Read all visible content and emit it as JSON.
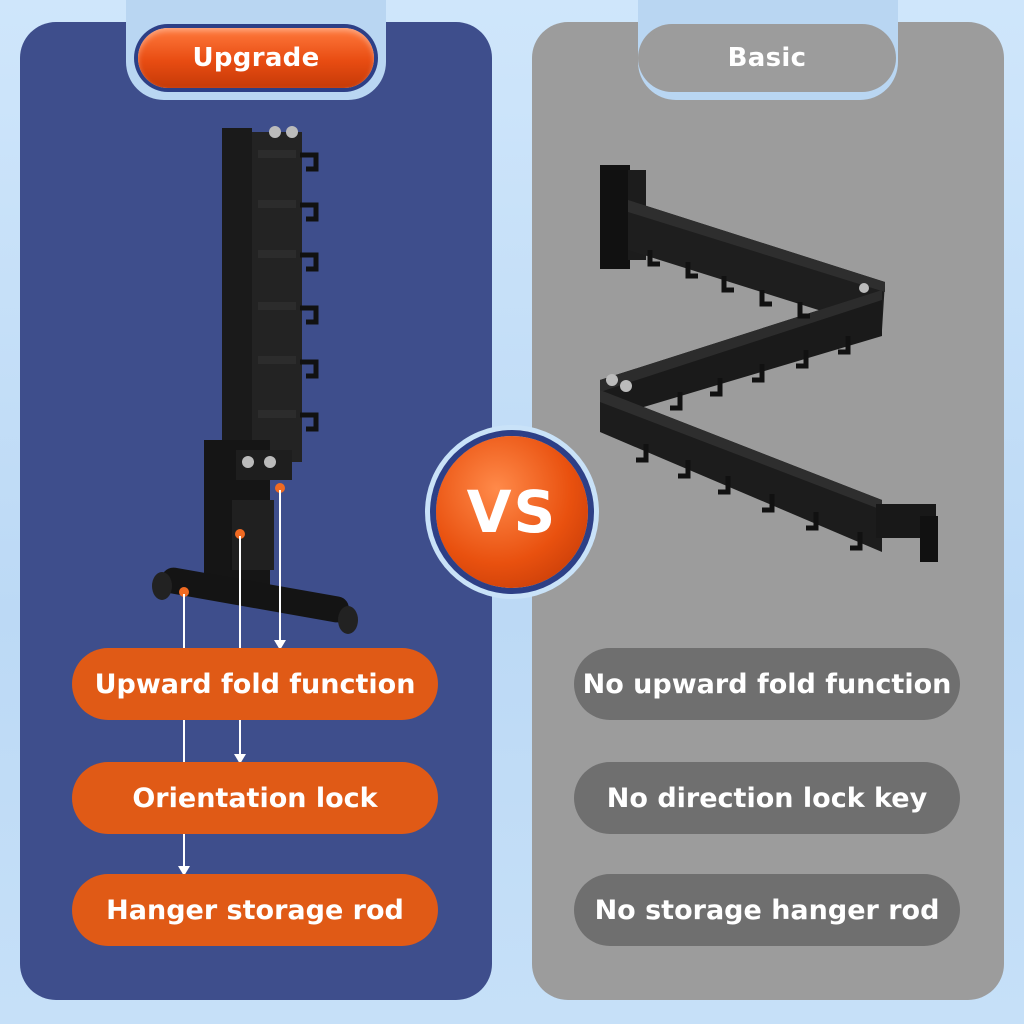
{
  "tabs": {
    "upgrade_label": "Upgrade",
    "basic_label": "Basic"
  },
  "vs_label": "VS",
  "upgrade_features": [
    "Upward fold function",
    "Orientation lock",
    "Hanger storage rod"
  ],
  "basic_features": [
    "No upward fold function",
    "No direction lock key",
    "No storage hanger rod"
  ],
  "colors": {
    "upgrade_panel": "#3e4e8c",
    "basic_panel": "#9c9c9c",
    "accent_orange": "#e05a16",
    "basic_pill": "#6f6f6f"
  },
  "icons": [
    "folded-rack-image",
    "extended-rack-image",
    "pointer-arrow"
  ]
}
